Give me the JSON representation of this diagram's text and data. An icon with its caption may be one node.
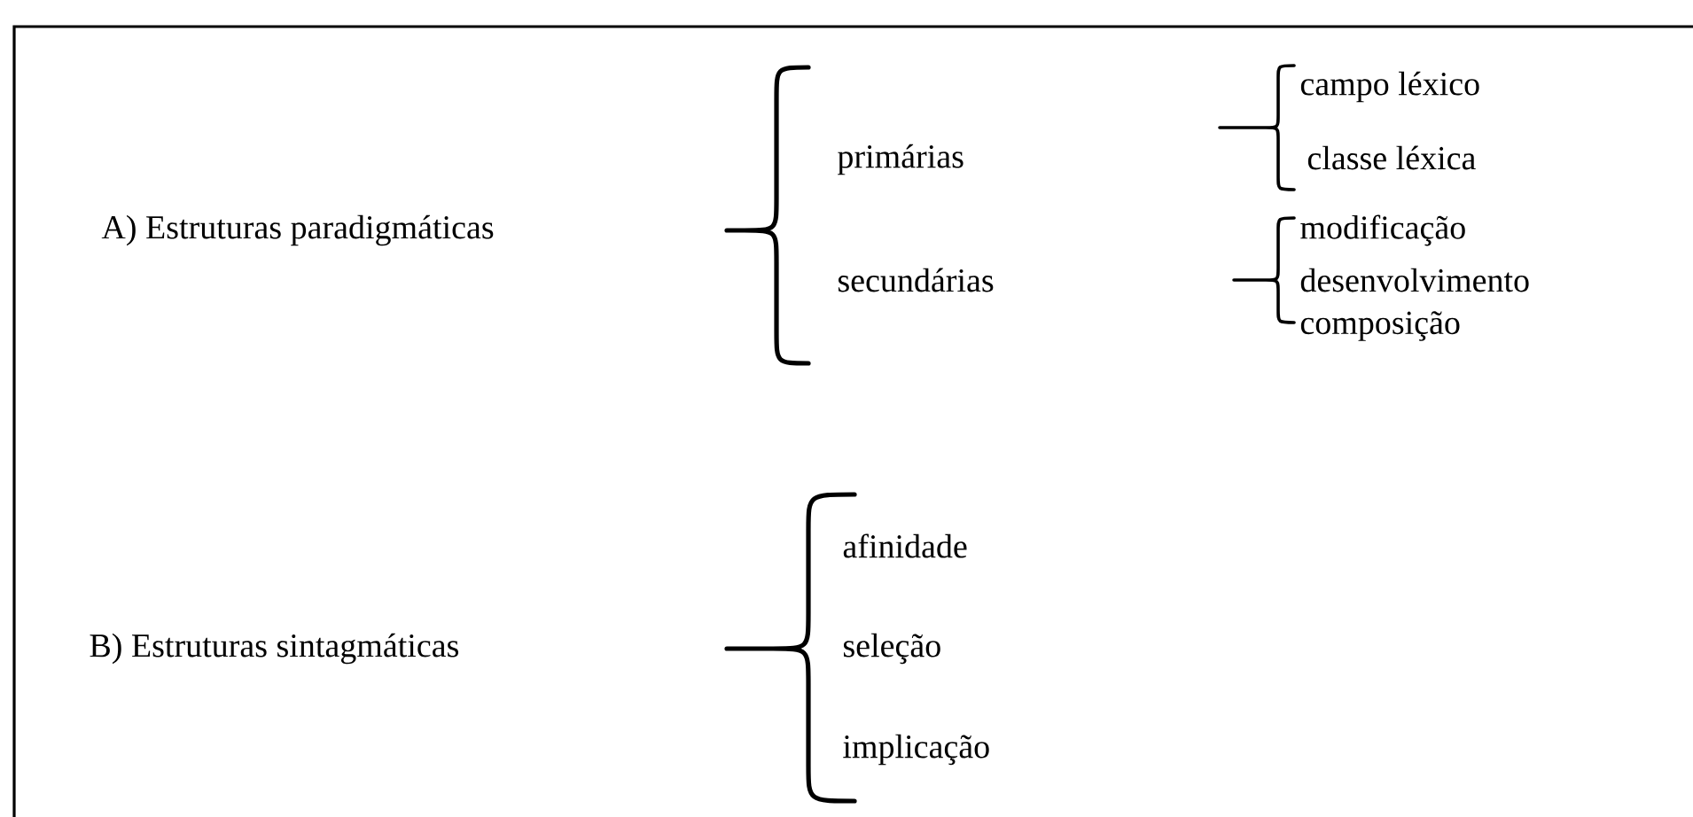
{
  "diagram": {
    "labels": [
      "A) Estruturas paradigmáticas",
      "primárias",
      "secundárias",
      "campo léxico",
      "classe léxica",
      "modificação",
      "desenvolvimento",
      "composição",
      "B) Estruturas sintagmáticas",
      "afinidade",
      "seleção",
      "implicação"
    ]
  }
}
